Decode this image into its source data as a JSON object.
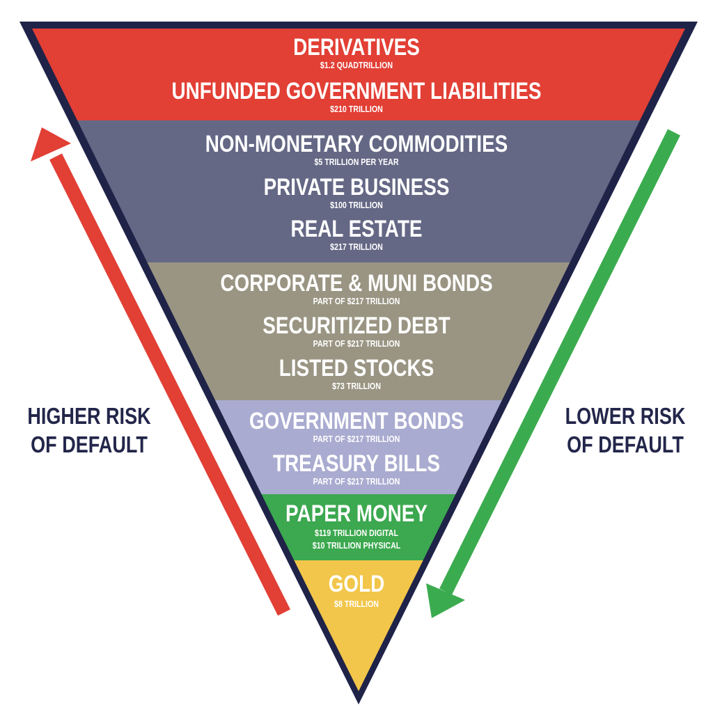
{
  "colors": {
    "outline": "#1f2348",
    "derivatives": "#e23f35",
    "commodities": "#646885",
    "bonds": "#9a9583",
    "government": "#a9abd0",
    "paper": "#3ca84f",
    "gold": "#f2c64a",
    "up_arrow": "#e23f35",
    "down_arrow": "#3bab4f"
  },
  "tiers": [
    {
      "title": "DERIVATIVES",
      "sub": "$1.2 QUADTRILLION"
    },
    {
      "title": "UNFUNDED GOVERNMENT LIABILITIES",
      "sub": "$210 TRILLION"
    },
    {
      "title": "NON-MONETARY COMMODITIES",
      "sub": "$5 TRILLION PER YEAR"
    },
    {
      "title": "PRIVATE BUSINESS",
      "sub": "$100 TRILLION"
    },
    {
      "title": "REAL ESTATE",
      "sub": "$217 TRILLION"
    },
    {
      "title": "CORPORATE & MUNI BONDS",
      "sub": "PART OF $217 TRILLION"
    },
    {
      "title": "SECURITIZED DEBT",
      "sub": "PART OF $217 TRILLION"
    },
    {
      "title": "LISTED STOCKS",
      "sub": "$73 TRILLION"
    },
    {
      "title": "GOVERNMENT BONDS",
      "sub": "PART OF $217 TRILLION"
    },
    {
      "title": "TREASURY BILLS",
      "sub": "PART OF $217 TRILLION"
    },
    {
      "title": "PAPER MONEY",
      "sub": "$119 TRILLION DIGITAL",
      "sub2": "$10 TRILLION PHYSICAL"
    },
    {
      "title": "GOLD",
      "sub": "$8 TRILLION"
    }
  ],
  "left_label": {
    "line1": "HIGHER RISK",
    "line2": "OF DEFAULT"
  },
  "right_label": {
    "line1": "LOWER RISK",
    "line2": "OF DEFAULT"
  }
}
